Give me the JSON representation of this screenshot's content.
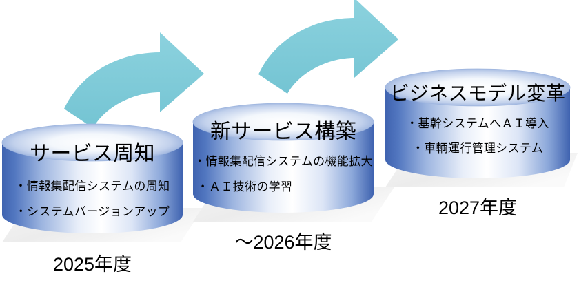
{
  "diagram": {
    "kind": "process-roadmap",
    "direction": "left-to-right ascending",
    "palette": {
      "arrow": "#7FCBD8",
      "cylinder_edge_blue": "#3F63B0",
      "cylinder_mid_blue": "#7E9BD4",
      "cylinder_highlight": "#FFFFFF",
      "cylinder_top_edge": "#5F84C6",
      "shadow": "#EDEDED",
      "text": "#000000",
      "background": "#FFFFFF"
    }
  },
  "stages": [
    {
      "id": "stage-1",
      "title": "サービス周知",
      "bullets": [
        "・情報集配信システムの周知",
        "・システムバージョンアップ"
      ],
      "year": "2025年度"
    },
    {
      "id": "stage-2",
      "title": "新サービス構築",
      "bullets": [
        "・情報集配信システムの機能拡大",
        "・ＡＩ技術の学習"
      ],
      "year": "～2026年度"
    },
    {
      "id": "stage-3",
      "title": "ビジネスモデル変革",
      "bullets": [
        "・基幹システムへＡＩ導入",
        "・車輌運行管理システム"
      ],
      "year": "2027年度"
    }
  ],
  "arrows": [
    {
      "id": "arrow-1",
      "from": "stage-1",
      "to": "stage-2",
      "shape": "curved-up-right-arrow"
    },
    {
      "id": "arrow-2",
      "from": "stage-2",
      "to": "stage-3",
      "shape": "curved-up-right-arrow"
    }
  ]
}
